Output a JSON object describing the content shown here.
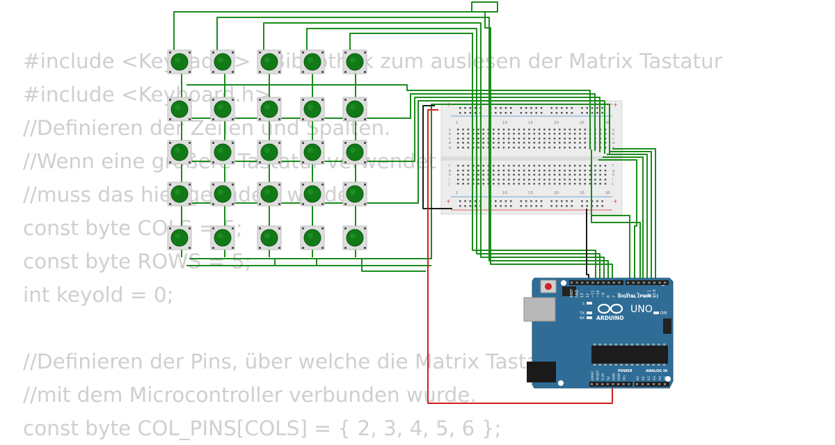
{
  "code_lines": [
    "#include <Keypad.h> //Bibliothek zum auslesen der Matrix Tastatur",
    "#include <Keyboard.h>",
    "//Definieren der Zeilen und Spalten.",
    "//Wenn eine größere Tastatur verwendet",
    "//muss das hier geändert werden",
    "const byte COLS = 5;",
    "const byte ROWS = 5;",
    "int keyold = 0;",
    "",
    "//Definieren der Pins, über welche die Matrix Tastatur",
    "//mit dem Microcontroller verbunden wurde.",
    "const byte COL_PINS[COLS] = { 2, 3, 4, 5, 6 };"
  ],
  "arduino": {
    "brand": "ARDUINO",
    "model": "UNO",
    "digital_label": "DIGITAL (PWM ~)",
    "analog_label": "ANALOG IN",
    "power_label": "POWER",
    "on_label": "ON",
    "led_labels": [
      "L",
      "TX",
      "RX"
    ],
    "top_pin_labels": [
      "AREF",
      "GND",
      "13",
      "12",
      "~11",
      "~10",
      "~9",
      "8",
      "7",
      "~6",
      "~5",
      "4",
      "~3",
      "2",
      "TX 1",
      "RX 0"
    ],
    "power_pin_labels": [
      "IOREF",
      "RESET",
      "3.3V",
      "5V",
      "GND",
      "GND",
      "Vin"
    ],
    "analog_pin_labels": [
      "A0",
      "A1",
      "A2",
      "A3",
      "A4",
      "A5"
    ]
  },
  "breadboard": {
    "column_numbers": [
      "1",
      "10",
      "15",
      "20",
      "25",
      "30"
    ],
    "row_letters_top": [
      "a",
      "b",
      "c",
      "d",
      "e"
    ],
    "row_letters_bottom": [
      "f",
      "g",
      "h",
      "i",
      "j"
    ]
  },
  "keypad": {
    "rows": 5,
    "cols": 5
  },
  "colors": {
    "wire_green": "#1a8a1a",
    "wire_red": "#d11f1f",
    "wire_black": "#1a1a1a",
    "button_cap": "#117a17",
    "board_blue": "#2f6d96",
    "code_text": "#cfcfcf"
  }
}
